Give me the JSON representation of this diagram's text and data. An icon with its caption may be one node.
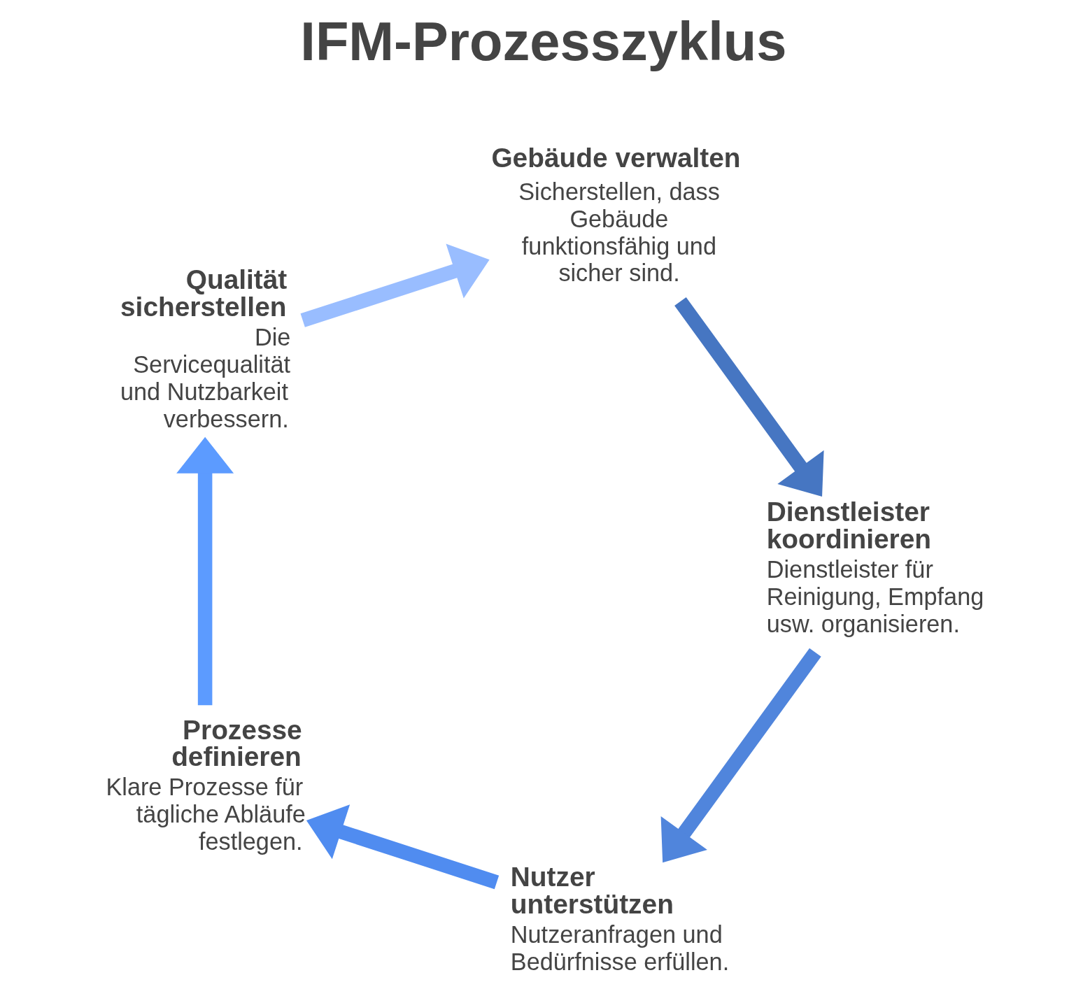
{
  "diagram": {
    "title": "IFM-Prozesszyklus",
    "nodes": [
      {
        "text": [
          "Gebäude verwalten",
          "Sicherstellen, dass Gebäude funktionsfähig und sicher sind."
        ]
      },
      {
        "text": [
          "Dienstleister koordinieren",
          "Dienstleister für Reinigung, Empfang usw. organisieren."
        ]
      },
      {
        "text": [
          "Nutzer unterstützen",
          "Nutzeranfragen und Bedürfnisse erfüllen."
        ]
      },
      {
        "text": [
          "Prozesse definieren",
          "Klare Prozesse für tägliche Abläufe festlegen."
        ]
      },
      {
        "text": [
          "Qualität sicherstellen",
          "Die Servicequalität und Nutzbarkeit verbessern."
        ]
      }
    ],
    "edges": [
      {
        "from": 0,
        "to": 1,
        "arrow": "to",
        "color": "#4676c2"
      },
      {
        "from": 1,
        "to": 2,
        "arrow": "to",
        "color": "#5085dc"
      },
      {
        "from": 2,
        "to": 3,
        "arrow": "to",
        "color": "#508cf0"
      },
      {
        "from": 3,
        "to": 4,
        "arrow": "to",
        "color": "#5c9bff"
      },
      {
        "from": 4,
        "to": 0,
        "arrow": "to",
        "color": "#99bdff"
      }
    ]
  }
}
